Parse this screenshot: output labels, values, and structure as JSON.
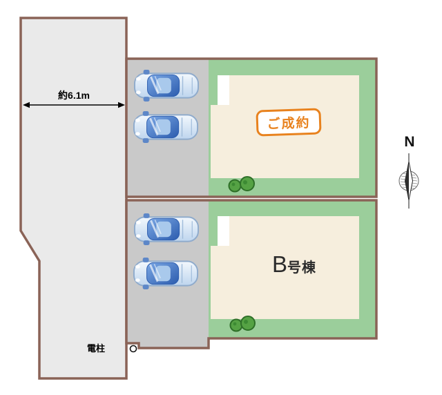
{
  "labels": {
    "road_width": "約6.1m",
    "sold_badge": "ご成約",
    "building_b": "B",
    "building_b_suffix": "号棟",
    "utility_pole": "電柱",
    "north": "N"
  },
  "lots": [
    {
      "name": "lot-a",
      "status": "ご成約",
      "cars": 2
    },
    {
      "name": "lot-b",
      "status": "B号棟",
      "cars": 2
    }
  ],
  "colors": {
    "boundary_brown": "#8a6357",
    "road_gray": "#eaeaea",
    "parking_gray": "#c9c9c9",
    "lawn_green": "#9bce9b",
    "house_cream": "#f6eedd",
    "badge_orange": "#e8821e",
    "tree_green": "#55a244",
    "car_blue": "#4a82d8"
  }
}
